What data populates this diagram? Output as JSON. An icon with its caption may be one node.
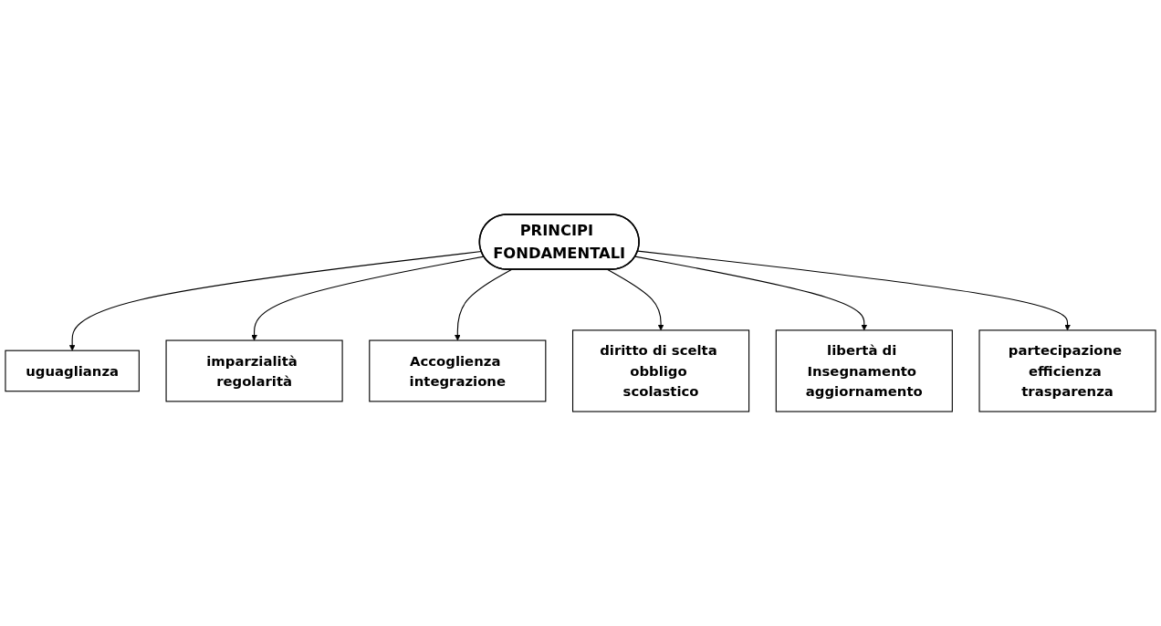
{
  "diagram": {
    "nodes": [
      {
        "text": [
          "PRINCIPI FONDAMENTALI"
        ]
      },
      {
        "text": [
          "uguaglianza"
        ]
      },
      {
        "text": [
          "imparzialità regolarità"
        ]
      },
      {
        "text": [
          "Accoglienza integrazione"
        ]
      },
      {
        "text": [
          "diritto di scelta obbligo scolastico"
        ]
      },
      {
        "text": [
          "libertà di Insegnamento aggiornamento"
        ]
      },
      {
        "text": [
          "partecipazione efficienza trasparenza"
        ]
      }
    ],
    "edges": [
      {
        "from": 0,
        "to": 1,
        "arrow": "to"
      },
      {
        "from": 0,
        "to": 2,
        "arrow": "to"
      },
      {
        "from": 0,
        "to": 3,
        "arrow": "to"
      },
      {
        "from": 0,
        "to": 4,
        "arrow": "to"
      },
      {
        "from": 0,
        "to": 5,
        "arrow": "to"
      },
      {
        "from": 0,
        "to": 6,
        "arrow": "to"
      }
    ]
  }
}
